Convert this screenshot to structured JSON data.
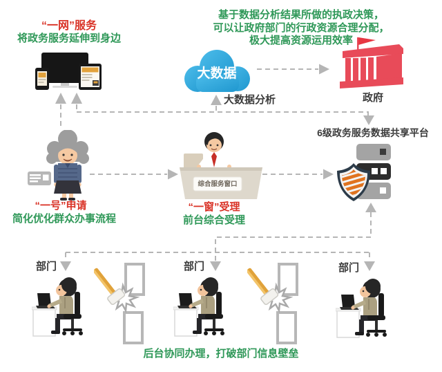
{
  "palette": {
    "red_text": "#d93327",
    "green_text": "#2f9858",
    "dark_text": "#3b3b3b",
    "line_gray": "#b5b5b5",
    "cloud_blue": "#2ba7dc",
    "building_red": "#e84b59",
    "shield_orange": "#e0731f",
    "server_gray": "#a4a4a4",
    "hammer_gold": "#e0a23a"
  },
  "network_service": {
    "title": "“一网”服务",
    "subtitle": "将政务服务延伸到身边"
  },
  "policy_note": {
    "line1": "基于数据分析结果所做的执政决策，",
    "line2": "可以让政府部门的行政资源合理分配，",
    "line3": "极大提高资源运用效率"
  },
  "big_data": {
    "cloud_label": "大数据",
    "caption": "大数据分析"
  },
  "government": {
    "label": "政府"
  },
  "platform": {
    "title": "6级政务服务数据共享平台"
  },
  "application": {
    "title": "“一号”申请",
    "subtitle": "简化优化群众办事流程"
  },
  "counter": {
    "sign": "综合服务窗口",
    "title": "“一窗”受理",
    "subtitle": "前台综合受理"
  },
  "departments": {
    "items": [
      {
        "label": "部门"
      },
      {
        "label": "部门"
      },
      {
        "label": "部门"
      }
    ]
  },
  "backstage": {
    "caption": "后台协同办理，打破部门信息壁垒"
  }
}
